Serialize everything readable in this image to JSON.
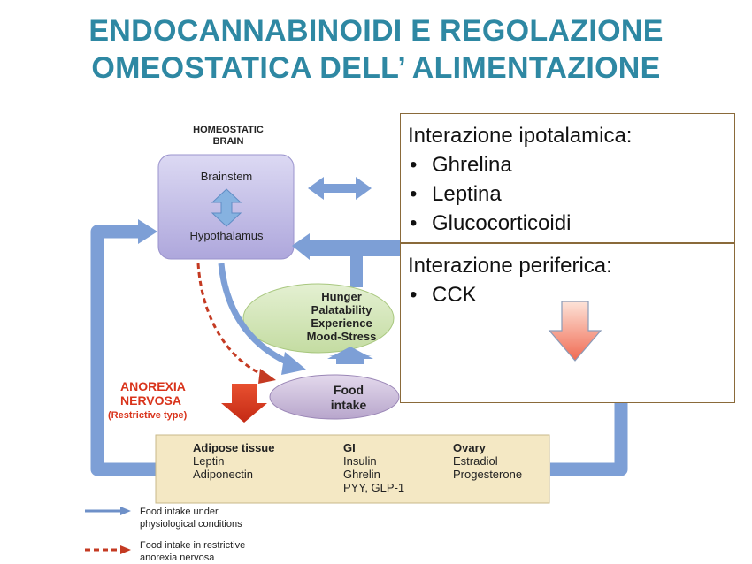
{
  "title": {
    "line1": "ENDOCANNABINOIDI E REGOLAZIONE",
    "line2": "OMEOSTATICA DELL’ ALIMENTAZIONE"
  },
  "diagram": {
    "homeostatic_brain": [
      "HOMEOSTATIC",
      "BRAIN"
    ],
    "brainstem": "Brainstem",
    "hypothalamus": "Hypothalamus",
    "factors": [
      "Hunger",
      "Palatability",
      "Experience",
      "Mood-Stress"
    ],
    "food_intake": [
      "Food",
      "intake"
    ],
    "anorexia": [
      "ANOREXIA",
      "NERVOSA"
    ],
    "anorexia_type": "(Restrictive type)",
    "periphery": [
      {
        "heading": "Adipose tissue",
        "items": [
          "Leptin",
          "Adiponectin"
        ]
      },
      {
        "heading": "GI",
        "items": [
          "Insulin",
          "Ghrelin",
          "PYY, GLP-1"
        ]
      },
      {
        "heading": "Ovary",
        "items": [
          "Estradiol",
          "Progesterone"
        ]
      }
    ],
    "legend": [
      {
        "label": [
          "Food intake under",
          "physiological conditions"
        ],
        "style": "solid",
        "color": "#6e90c8"
      },
      {
        "label": [
          "Food intake in restrictive",
          "anorexia nervosa"
        ],
        "style": "dashed",
        "color": "#c43a22"
      }
    ]
  },
  "box_hypothalamic": {
    "heading": "Interazione ipotalamica:",
    "items": [
      "Ghrelina",
      "Leptina",
      "Glucocorticoidi"
    ]
  },
  "box_peripheral": {
    "heading": "Interazione periferica:",
    "items": [
      "CCK"
    ],
    "arrow": "down-arrow-icon"
  },
  "colors": {
    "title": "#2e88a3",
    "arrow_blue": "#7d9fd6",
    "brain_box": "#b9b4e3",
    "green_ellipse": "#d3e6b8",
    "food_ellipse": "#c9bad8",
    "periphery_box": "#f4e8c4",
    "red_arrow": "#d93a1f"
  }
}
